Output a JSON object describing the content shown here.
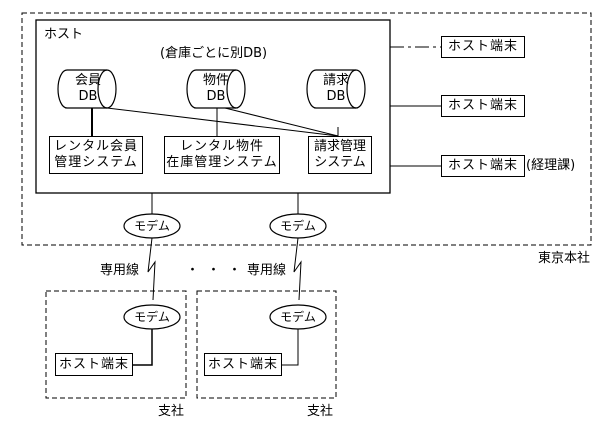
{
  "diagram": {
    "tokyo_hq": {
      "label": "東京本社",
      "host": {
        "label": "ホスト",
        "note": "(倉庫ごとに別DB)",
        "databases": [
          {
            "line1": "会員",
            "line2": "DB"
          },
          {
            "line1": "物件",
            "line2": "DB"
          },
          {
            "line1": "請求",
            "line2": "DB"
          }
        ],
        "systems": [
          {
            "line1": "レンタル会員",
            "line2": "管理システム"
          },
          {
            "line1": "レンタル物件",
            "line2": "在庫管理システム"
          },
          {
            "line1": "請求管理",
            "line2": "システム"
          }
        ]
      },
      "terminals": [
        {
          "label": "ホスト端末",
          "note": ""
        },
        {
          "label": "ホスト端末",
          "note": ""
        },
        {
          "label": "ホスト端末",
          "note": "(経理課)"
        }
      ],
      "modems": [
        {
          "label": "モデム"
        },
        {
          "label": "モデム"
        }
      ]
    },
    "leased_lines": [
      {
        "label": "専用線"
      },
      {
        "label": "専用線"
      }
    ],
    "ellipsis": "・・・",
    "branches": [
      {
        "label": "支社",
        "modem": "モデム",
        "terminal": "ホスト端末"
      },
      {
        "label": "支社",
        "modem": "モデム",
        "terminal": "ホスト端末"
      }
    ]
  }
}
